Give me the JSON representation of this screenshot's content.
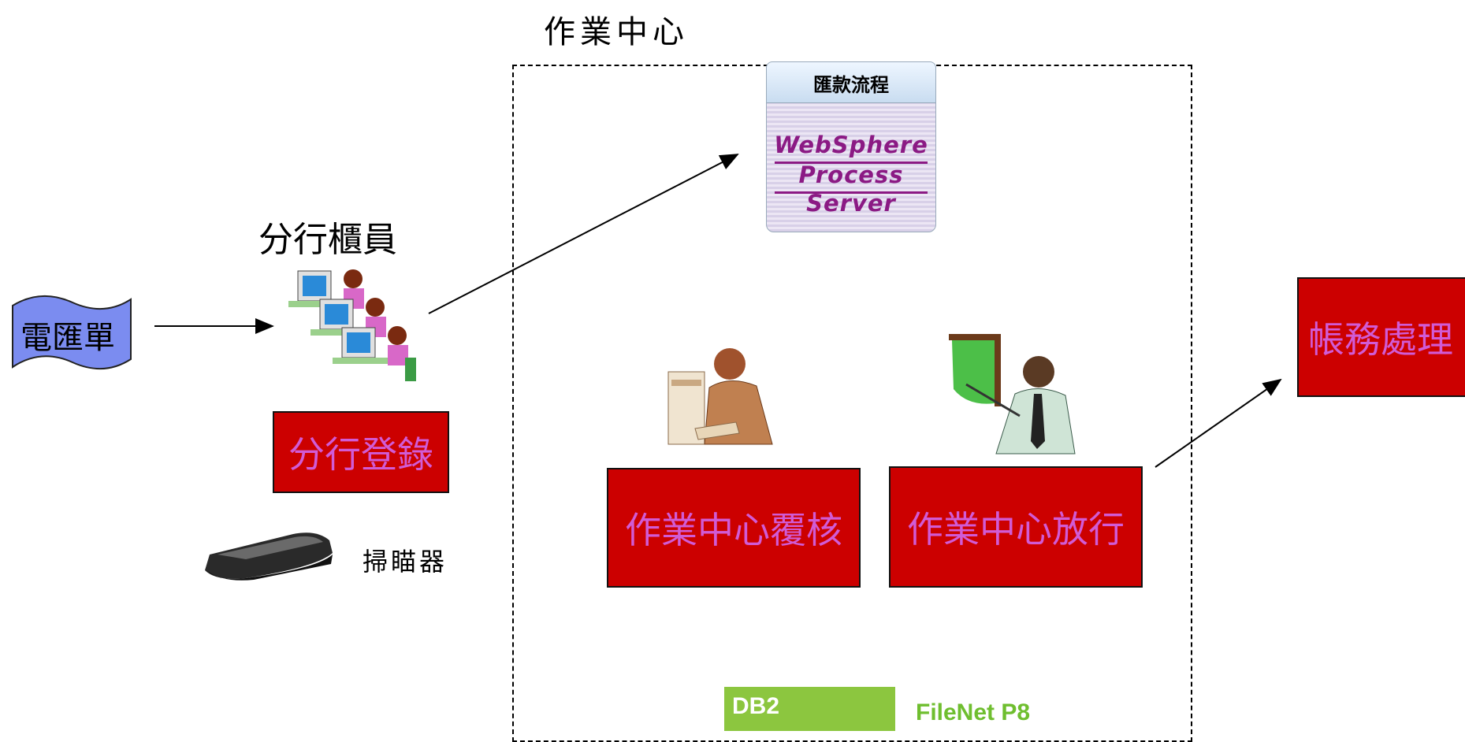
{
  "diagram": {
    "operations_center": {
      "title": "作業中心"
    },
    "remittance_form": {
      "label": "電匯單"
    },
    "branch_teller": {
      "title": "分行櫃員",
      "icon": "tellers-at-computers-icon"
    },
    "branch_register": {
      "label": "分行登錄"
    },
    "scanner": {
      "label": "掃瞄器",
      "icon": "scanner-icon"
    },
    "process_server": {
      "header": "匯款流程",
      "line1": "WebSphere",
      "line2": "Process",
      "line3": "Server"
    },
    "review": {
      "label": "作業中心覆核",
      "icon": "reviewer-at-desk-icon"
    },
    "release": {
      "label": "作業中心放行",
      "icon": "presenter-at-board-icon"
    },
    "accounting": {
      "label": "帳務處理"
    },
    "db2": {
      "label": "DB2"
    },
    "filenet": {
      "label": "FileNet P8"
    },
    "colors": {
      "box_fill": "#cc0000",
      "box_text": "#d15bd6",
      "form_fill": "#7b8cf0",
      "db2_green": "#8cc63f",
      "filenet_green": "#6fbe2f"
    }
  }
}
